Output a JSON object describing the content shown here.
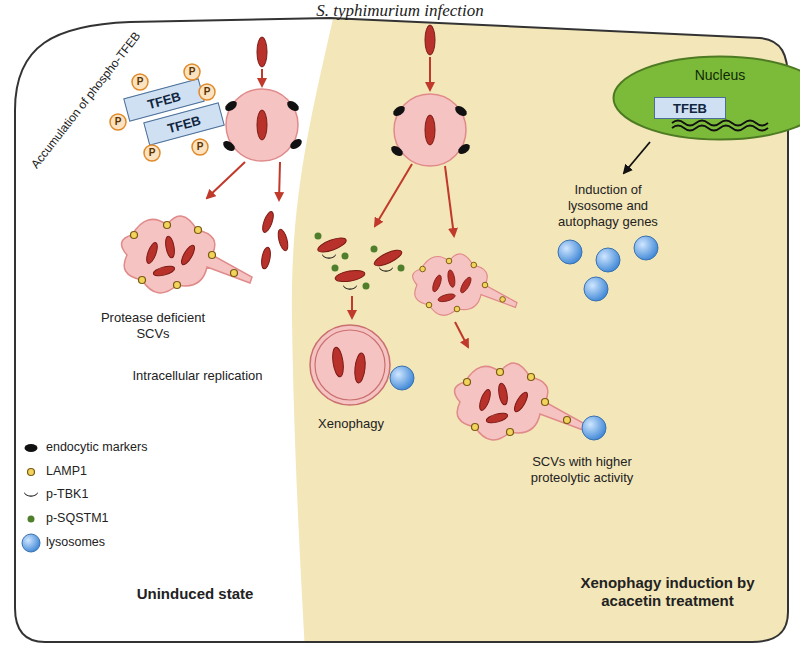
{
  "diagram": {
    "nodes": [
      {
        "text": [
          "TFEB"
        ]
      },
      {
        "text": [
          "TFEB"
        ]
      },
      {
        "text": [
          "P"
        ]
      },
      {
        "text": [
          "P"
        ]
      },
      {
        "text": [
          "P"
        ]
      },
      {
        "text": [
          "P"
        ]
      },
      {
        "text": [
          "P"
        ]
      },
      {
        "text": [
          "P"
        ]
      },
      {
        "text": [
          "Nucleus"
        ]
      },
      {
        "text": [
          "TFEB"
        ],
        "in": 8
      }
    ],
    "labels": [
      "S. typhimurium infection",
      "Accumulation of phospho-TFEB",
      "Protease deficient SCVs",
      "Intracellular replication",
      "Uninduced state",
      "Induction of lysosome and autophagy genes",
      "Xenophagy",
      "SCVs with higher proteolytic activity",
      "Xenophagy induction by acacetin treatment"
    ],
    "legend": [
      {
        "text": "endocytic markers"
      },
      {
        "text": "LAMP1"
      },
      {
        "text": "p-TBK1"
      },
      {
        "text": "p-SQSTM1"
      },
      {
        "text": "lysosomes"
      }
    ]
  }
}
